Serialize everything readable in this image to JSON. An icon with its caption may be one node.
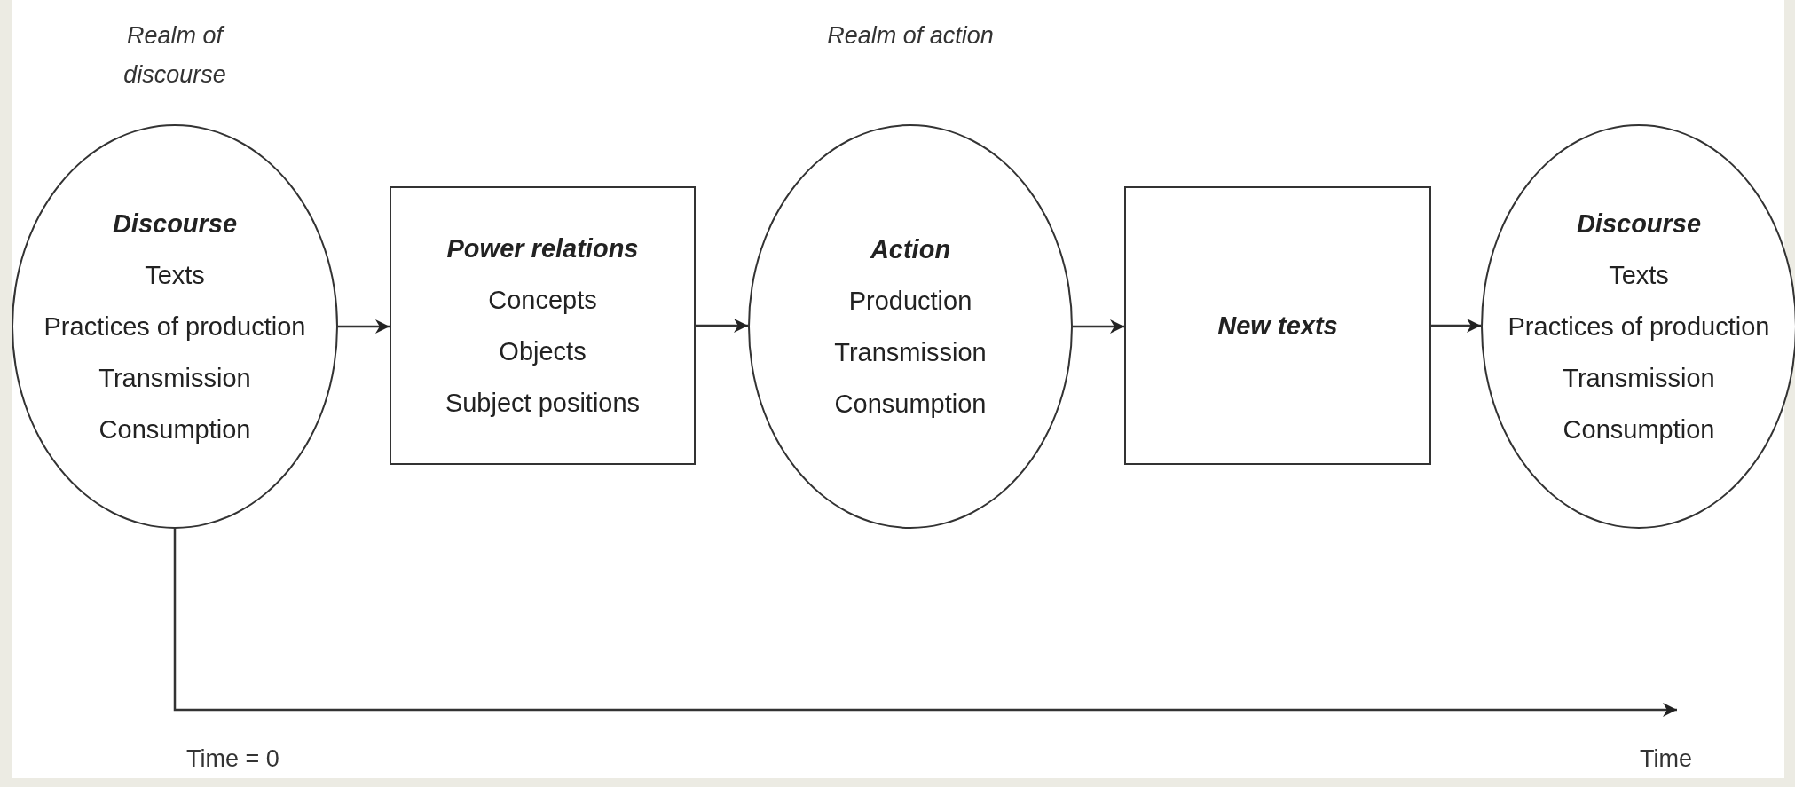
{
  "diagram": {
    "nodes": [
      {
        "text": [
          "Discourse",
          "Texts",
          "Practices of production",
          "Transmission",
          "Consumption"
        ],
        "beside": [
          "Realm of discourse"
        ]
      },
      {
        "text": [
          "Power relations",
          "Concepts",
          "Objects",
          "Subject positions"
        ]
      },
      {
        "text": [
          "Action",
          "Production",
          "Transmission",
          "Consumption"
        ],
        "beside": [
          "Realm of action"
        ]
      },
      {
        "text": [
          "New texts"
        ]
      },
      {
        "text": [
          "Discourse",
          "Texts",
          "Practices of production",
          "Transmission",
          "Consumption"
        ]
      }
    ],
    "edges": [
      {
        "from": 0,
        "to": 1,
        "arrow": "to"
      },
      {
        "from": 1,
        "to": 2,
        "arrow": "to"
      },
      {
        "from": 2,
        "to": 3,
        "arrow": "to"
      },
      {
        "from": 3,
        "to": 4,
        "arrow": "to"
      }
    ],
    "labels": [
      "Time = 0",
      "Time"
    ]
  }
}
